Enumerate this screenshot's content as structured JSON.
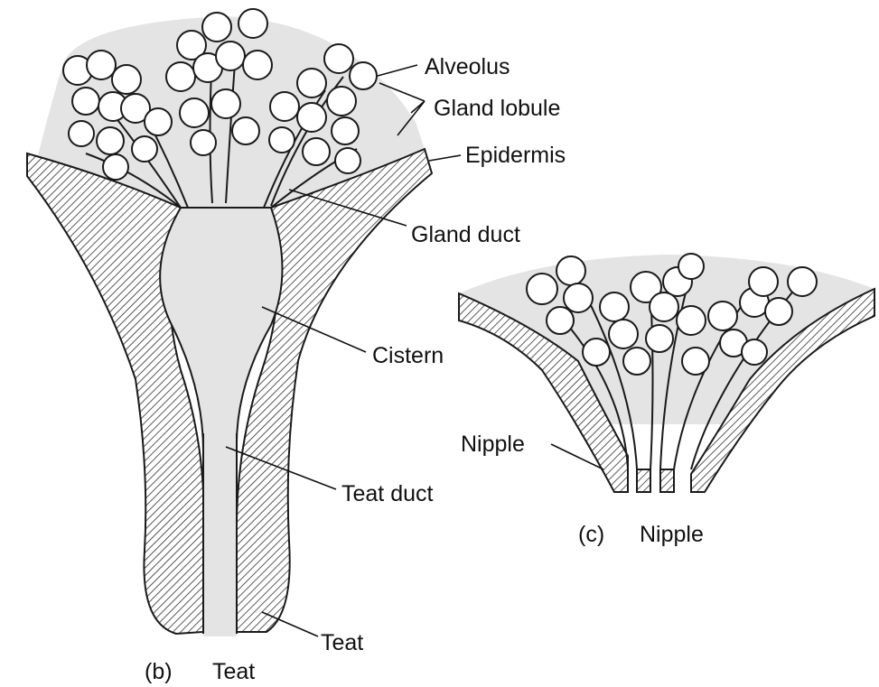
{
  "teat_figure": {
    "tag": "(b)",
    "title": "Teat",
    "labels": {
      "alveolus": "Alveolus",
      "gland_lobule": "Gland lobule",
      "epidermis": "Epidermis",
      "gland_duct": "Gland duct",
      "cistern": "Cistern",
      "teat_duct": "Teat duct",
      "teat": "Teat"
    }
  },
  "nipple_figure": {
    "tag": "(c)",
    "title": "Nipple",
    "labels": {
      "nipple": "Nipple"
    }
  },
  "colors": {
    "tissue": "#e4e4e4",
    "outline": "#1a1a1a",
    "alveolus_fill": "#ffffff",
    "background": "#ffffff"
  }
}
